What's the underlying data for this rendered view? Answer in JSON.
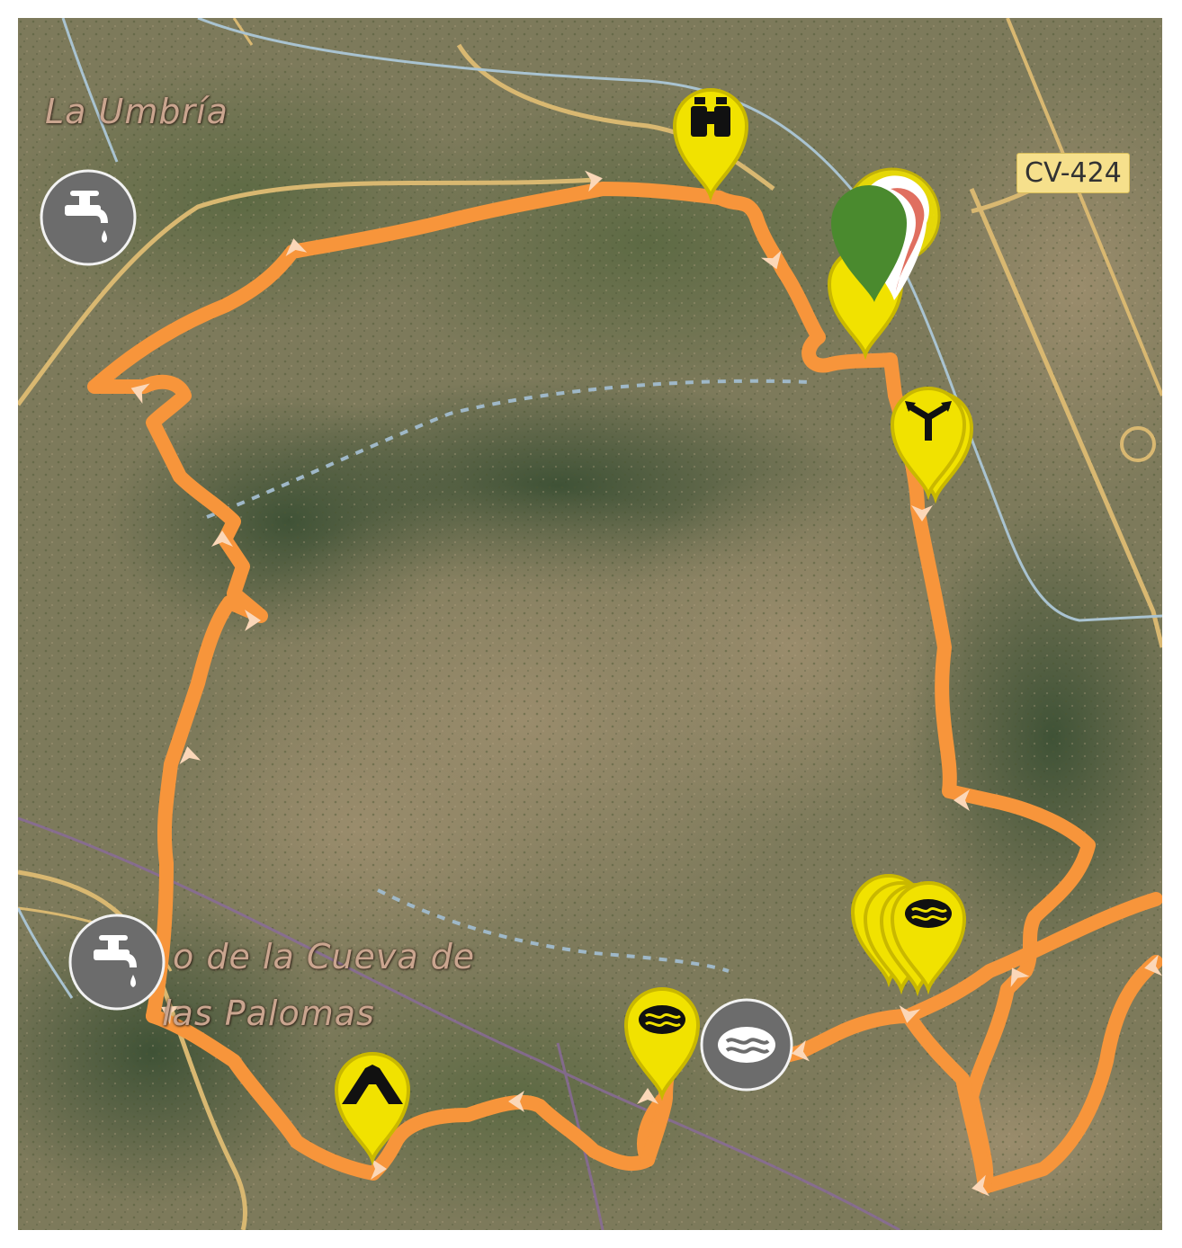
{
  "map": {
    "place_labels": [
      "La Umbría",
      "o de la Cueva de",
      "las Palomas"
    ],
    "road_shield": "CV-424",
    "colors": {
      "route": "#f7953b",
      "arrow": "#fbd7b8",
      "waypoint_yellow": "#f1e200",
      "waypoint_border": "#c9b800",
      "grey_marker": "#6c6c6c",
      "start_marker": "#4a8a2e",
      "start_marker_accent": "#e06f60",
      "dotted_trail": "#9fb8c8",
      "road": "#d9b871",
      "stream": "#a9c3d1"
    },
    "markers": [
      {
        "icon": "binoculars-icon",
        "kind": "waypoint",
        "meaning": "viewpoint"
      },
      {
        "icon": "start-pin-icon",
        "kind": "start"
      },
      {
        "icon": "fork-icon",
        "kind": "waypoint",
        "meaning": "junction"
      },
      {
        "icon": "water-tap-icon",
        "kind": "poi",
        "meaning": "fountain"
      },
      {
        "icon": "water-tap-icon",
        "kind": "poi",
        "meaning": "fountain"
      },
      {
        "icon": "cave-icon",
        "kind": "waypoint",
        "meaning": "cave"
      },
      {
        "icon": "water-icon",
        "kind": "waypoint",
        "meaning": "water"
      },
      {
        "icon": "water-icon",
        "kind": "poi",
        "meaning": "water"
      },
      {
        "icon": "water-icon",
        "kind": "waypoint",
        "meaning": "water"
      }
    ]
  }
}
